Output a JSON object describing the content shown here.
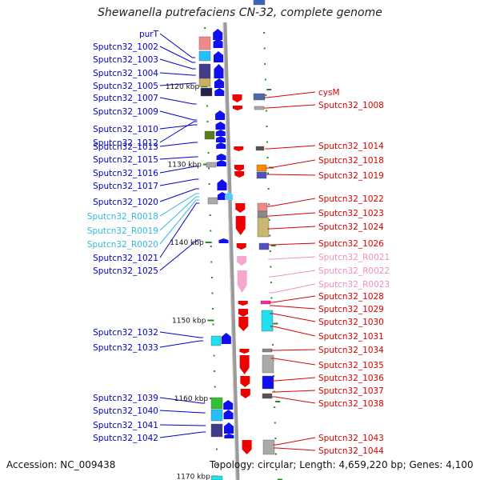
{
  "title": "Shewanella putrefaciens CN-32, complete genome",
  "accession": "Accession: NC_009438",
  "topology": "Topology: circular; Length: 4,659,220 bp; Genes: 4,100",
  "colors": {
    "left_label": "#0000cc",
    "left_rna_label": "#33bbdd",
    "right_label": "#dd0000",
    "right_rna_label": "#f090c0",
    "strand_line": "#9a9a9a",
    "tick": "#228b22"
  },
  "scale_labels": [
    {
      "text": "1120 kbp",
      "kbp": 1120
    },
    {
      "text": "1130 kbp",
      "kbp": 1130
    },
    {
      "text": "1140 kbp",
      "kbp": 1140
    },
    {
      "text": "1150 kbp",
      "kbp": 1150
    },
    {
      "text": "1160 kbp",
      "kbp": 1160
    },
    {
      "text": "1170 kbp",
      "kbp": 1170
    }
  ],
  "left_labels": [
    {
      "text": "purT",
      "rna": false
    },
    {
      "text": "Sputcn32_1002",
      "rna": false
    },
    {
      "text": "Sputcn32_1003",
      "rna": false
    },
    {
      "text": "Sputcn32_1004",
      "rna": false
    },
    {
      "text": "Sputcn32_1005",
      "rna": false
    },
    {
      "text": "Sputcn32_1007",
      "rna": false
    },
    {
      "text": "Sputcn32_1009",
      "rna": false
    },
    {
      "text": "Sputcn32_1010",
      "rna": false
    },
    {
      "text": "Sputcn32_1012",
      "rna": false
    },
    {
      "text": "Sputcn32_1013",
      "rna": false
    },
    {
      "text": "Sputcn32_1015",
      "rna": false
    },
    {
      "text": "Sputcn32_1016",
      "rna": false
    },
    {
      "text": "Sputcn32_1017",
      "rna": false
    },
    {
      "text": "Sputcn32_1020",
      "rna": false
    },
    {
      "text": "Sputcn32_R0018",
      "rna": true
    },
    {
      "text": "Sputcn32_R0019",
      "rna": true
    },
    {
      "text": "Sputcn32_R0020",
      "rna": true
    },
    {
      "text": "Sputcn32_1021",
      "rna": false
    },
    {
      "text": "Sputcn32_1025",
      "rna": false
    },
    {
      "text": "Sputcn32_1032",
      "rna": false
    },
    {
      "text": "Sputcn32_1033",
      "rna": false
    },
    {
      "text": "Sputcn32_1039",
      "rna": false
    },
    {
      "text": "Sputcn32_1040",
      "rna": false
    },
    {
      "text": "Sputcn32_1041",
      "rna": false
    },
    {
      "text": "Sputcn32_1042",
      "rna": false
    }
  ],
  "right_labels": [
    {
      "text": "cysM",
      "rna": false
    },
    {
      "text": "Sputcn32_1008",
      "rna": false
    },
    {
      "text": "Sputcn32_1014",
      "rna": false
    },
    {
      "text": "Sputcn32_1018",
      "rna": false
    },
    {
      "text": "Sputcn32_1019",
      "rna": false
    },
    {
      "text": "Sputcn32_1022",
      "rna": false
    },
    {
      "text": "Sputcn32_1023",
      "rna": false
    },
    {
      "text": "Sputcn32_1024",
      "rna": false
    },
    {
      "text": "Sputcn32_1026",
      "rna": false
    },
    {
      "text": "Sputcn32_R0021",
      "rna": true
    },
    {
      "text": "Sputcn32_R0022",
      "rna": true
    },
    {
      "text": "Sputcn32_R0023",
      "rna": true
    },
    {
      "text": "Sputcn32_1028",
      "rna": false
    },
    {
      "text": "Sputcn32_1029",
      "rna": false
    },
    {
      "text": "Sputcn32_1030",
      "rna": false
    },
    {
      "text": "Sputcn32_1031",
      "rna": false
    },
    {
      "text": "Sputcn32_1034",
      "rna": false
    },
    {
      "text": "Sputcn32_1035",
      "rna": false
    },
    {
      "text": "Sputcn32_1036",
      "rna": false
    },
    {
      "text": "Sputcn32_1037",
      "rna": false
    },
    {
      "text": "Sputcn32_1038",
      "rna": false
    },
    {
      "text": "Sputcn32_1043",
      "rna": false
    },
    {
      "text": "Sputcn32_1044",
      "rna": false
    }
  ]
}
